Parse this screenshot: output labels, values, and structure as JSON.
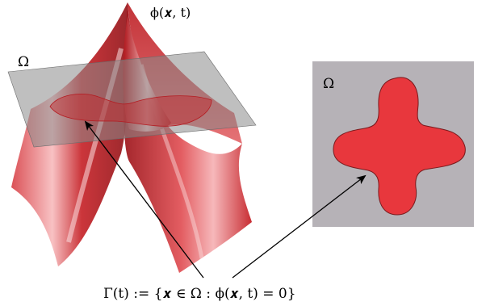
{
  "labels": {
    "phi": "ϕ(𝒙, t)",
    "omega_left": "Ω",
    "omega_right": "Ω",
    "gamma": "Γ(t) := {𝒙 ∈ Ω : ϕ(𝒙, t) = 0}"
  },
  "colors": {
    "surface": "#c8161c",
    "surface_light": "#f29a9d",
    "plane": "#8a8a8a",
    "domain_box": "#b6b2b7",
    "shape_fill": "#e8373d",
    "arrow": "#000000"
  }
}
